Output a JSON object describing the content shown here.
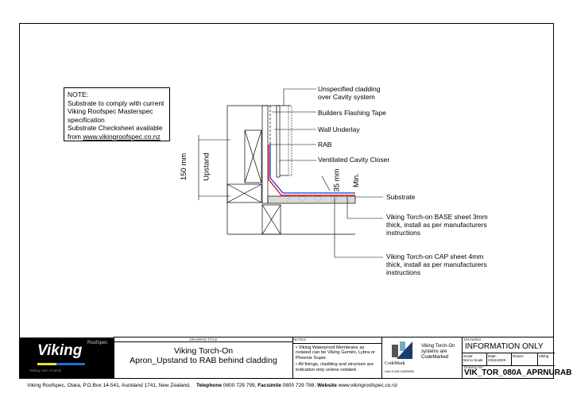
{
  "note": {
    "heading": "NOTE:",
    "line1": "Substrate to comply with current Viking Roofspec Masterspec specification",
    "line2": "Substrate Checksheet available from",
    "link": "www.vikingroofspec.co.nz"
  },
  "labels": {
    "cladding": "Unspecified cladding over Cavity system",
    "flashing_tape": "Builders Flashing Tape",
    "wall_underlay": "Wall Underlay",
    "rab": "RAB",
    "cavity_closer": "Ventilated Cavity Closer",
    "substrate": "Substrate",
    "base_sheet": "Viking Torch-on BASE sheet 3mm thick, install as per manufacturers instructions",
    "cap_sheet": "Viking Torch-on CAP sheet 4mm thick, install as per manufacturers instructions",
    "dim_150": "150 mm",
    "upstand": "Upstand",
    "dim_35": "35 mm",
    "min": "Min."
  },
  "colors": {
    "base_sheet": "#e8202a",
    "cap_sheet": "#1f2fd8",
    "substrate": "#d9d9d9"
  },
  "title_block": {
    "logo": {
      "brand": "Viking",
      "sub": "Roofspec",
      "tagline": "Taking care of detail"
    },
    "drawing_title_label": "DRAWING TITLE",
    "title_line1": "Viking Torch-On",
    "title_line2": "Apron_Upstand to RAB behind cladding",
    "notes_label": "NOTES:",
    "notes": [
      "Viking Waterproof Membrane as notated can be Viking Gemini, Lybra or Phoenix Super.",
      "All fixings, cladding and structure are indicative only unless notated."
    ],
    "codemark": {
      "name": "CodeMark",
      "cert": "Cert # GM-CM30092",
      "text": "Viking Torch-On systems are CodeMarked"
    },
    "drawing_label": "DRAWING",
    "status": "INFORMATION ONLY",
    "scale_label": "Scale:",
    "scale": "Not to Scale",
    "date_label": "Date:",
    "date": "23/11/2020",
    "drawn_label": "Drawn:",
    "drawn": "Viking",
    "drawing_no_label": "Drawing No.:",
    "drawing_no": "VIK_TOR_080A_APRNURAB"
  },
  "footer": {
    "address": "Viking Roofspec, Otara, P.O.Box 14-541, Auckland 1741, New Zealand,",
    "tel_label": "Telephone",
    "tel": "0800 729 799,",
    "fax_label": "Facsimile",
    "fax": "0800 729 788,",
    "web_label": "Website",
    "web": "www.vikingroofspec.co.nz"
  }
}
